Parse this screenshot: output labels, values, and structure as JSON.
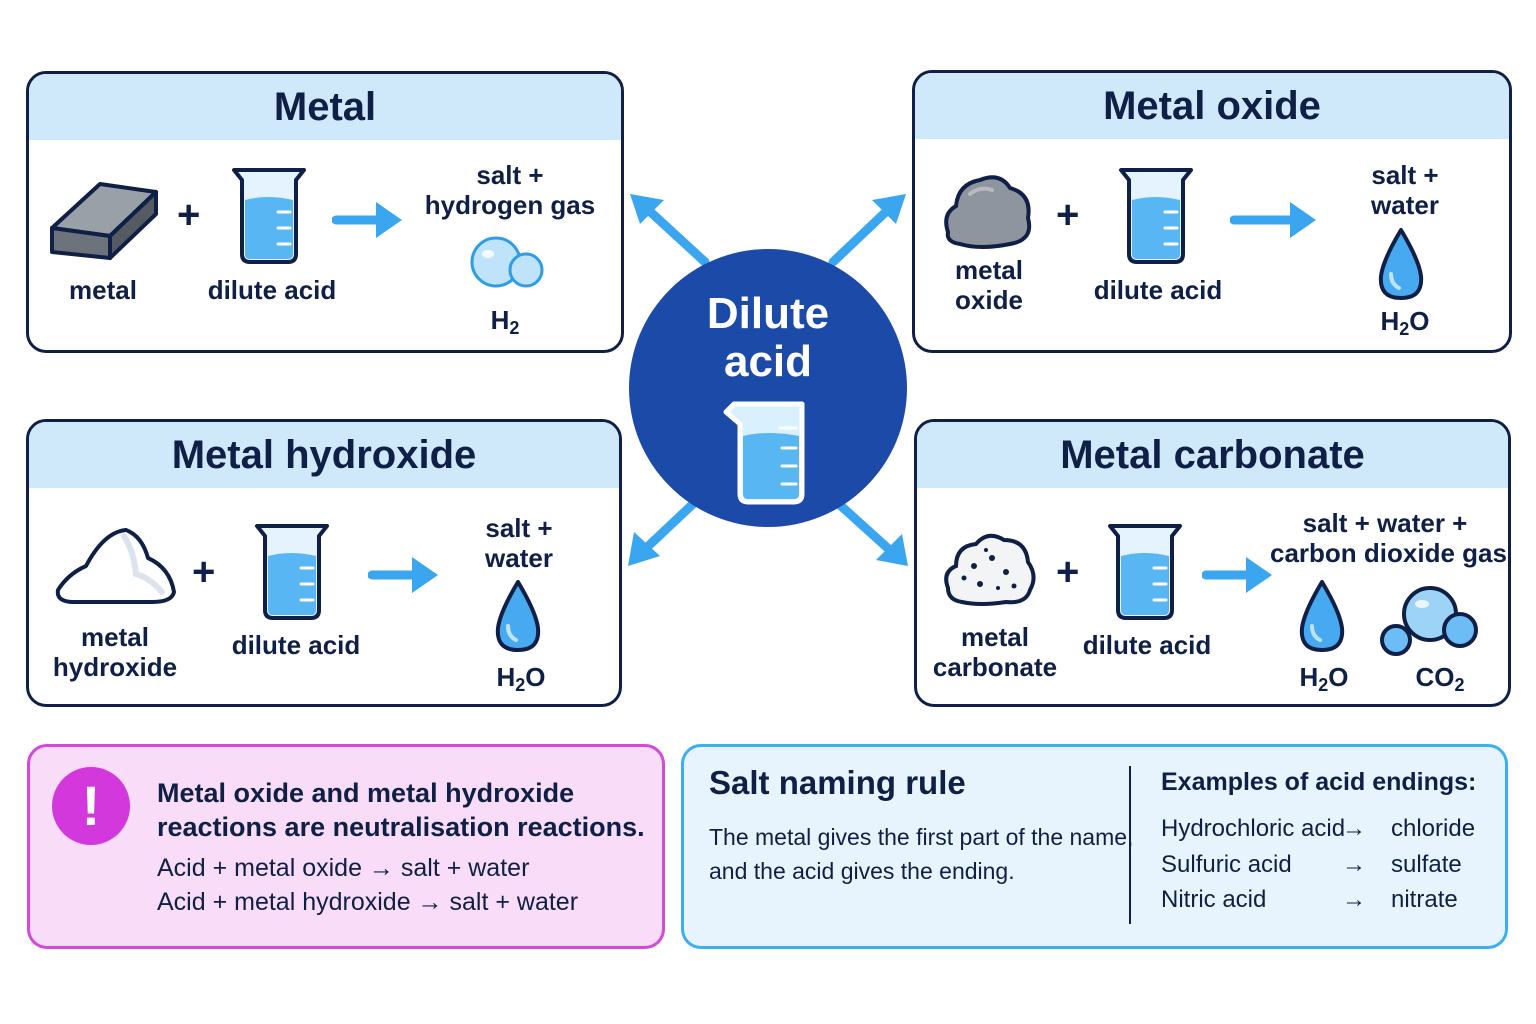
{
  "center": {
    "title_line1": "Dilute",
    "title_line2": "acid"
  },
  "panels": {
    "metal": {
      "title": "Metal",
      "reactant_label": "metal",
      "acid_label": "dilute acid",
      "product_line1": "salt  +",
      "product_line2": "hydrogen gas",
      "formula": "H",
      "formula_sub": "2"
    },
    "metal_oxide": {
      "title": "Metal oxide",
      "reactant_line1": "metal",
      "reactant_line2": "oxide",
      "acid_label": "dilute acid",
      "product_line1": "salt  +",
      "product_line2": "water",
      "formula": "H",
      "formula_sub": "2",
      "formula_end": "O"
    },
    "metal_hydroxide": {
      "title": "Metal hydroxide",
      "reactant_line1": "metal",
      "reactant_line2": "hydroxide",
      "acid_label": "dilute acid",
      "product_line1": "salt  +",
      "product_line2": "water",
      "formula": "H",
      "formula_sub": "2",
      "formula_end": "O"
    },
    "metal_carbonate": {
      "title": "Metal carbonate",
      "reactant_line1": "metal",
      "reactant_line2": "carbonate",
      "acid_label": "dilute acid",
      "product_line1": "salt  +  water  +",
      "product_line2": "carbon dioxide gas",
      "formula1": "H",
      "formula1_sub": "2",
      "formula1_end": "O",
      "formula2": "CO",
      "formula2_sub": "2"
    }
  },
  "note": {
    "icon": "!",
    "title_line1": "Metal oxide and metal hydroxide",
    "title_line2": "reactions are neutralisation reactions.",
    "eq1": "Acid + metal oxide → salt + water",
    "eq2": "Acid + metal hydroxide → salt + water"
  },
  "rule": {
    "title": "Salt naming rule",
    "text_line1": "The metal gives the first part of the name,",
    "text_line2": "and the acid gives the ending.",
    "examples_title": "Examples of acid endings:",
    "examples": [
      {
        "acid": "Hydrochloric acid",
        "arrow": "→",
        "ending": "chloride"
      },
      {
        "acid": "Sulfuric acid",
        "arrow": "→",
        "ending": "sulfate"
      },
      {
        "acid": "Nitric acid",
        "arrow": "→",
        "ending": "nitrate"
      }
    ]
  },
  "colors": {
    "dark_navy": "#0f1f45",
    "panel_header": "#cfe9fb",
    "center_blue": "#1c4aa8",
    "arrow_blue": "#3aa6f0",
    "liquid_blue": "#58b6f2",
    "note_border": "#d449dc",
    "note_fill": "#f9dcf7",
    "rule_border": "#3daef0",
    "rule_fill": "#e8f4fd"
  }
}
